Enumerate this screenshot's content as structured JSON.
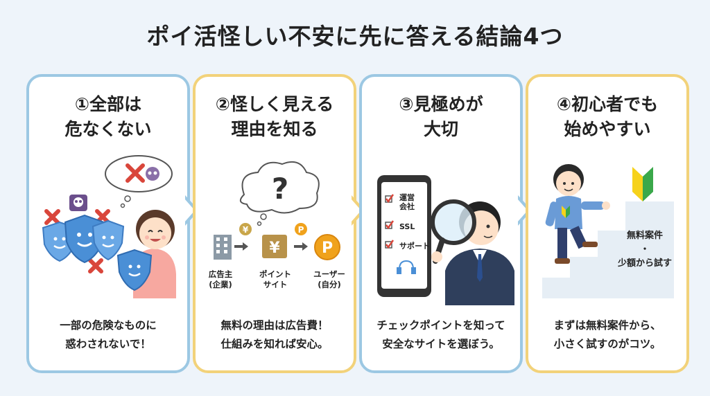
{
  "title": "ポイ活怪しい不安に先に答える結論4つ",
  "cards": [
    {
      "title_lines": [
        "①全部は",
        "危なくない"
      ],
      "caption_lines": [
        "一部の危険なものに",
        "惑わされないで！"
      ]
    },
    {
      "title_lines": [
        "②怪しく見える",
        "理由を知る"
      ],
      "caption_lines": [
        "無料の理由は広告費！",
        "仕組みを知れば安心。"
      ],
      "flow": {
        "labels": [
          [
            "広告主",
            "(企業)"
          ],
          [
            "ポイント",
            "サイト"
          ],
          [
            "ユーザー",
            "(自分)"
          ]
        ],
        "currency_symbol": "¥",
        "point_symbol": "P",
        "question_mark": "?"
      }
    },
    {
      "title_lines": [
        "③見極めが",
        "大切"
      ],
      "caption_lines": [
        "チェックポイントを知って",
        "安全なサイトを選ぼう。"
      ],
      "checklist": [
        [
          "運営",
          "会社"
        ],
        [
          "SSL"
        ],
        [
          "サポート"
        ]
      ]
    },
    {
      "title_lines": [
        "④初心者でも",
        "始めやすい"
      ],
      "caption_lines": [
        "まずは無料案件から、",
        "小さく試すのがコツ。"
      ],
      "steps_lines": [
        "無料案件",
        "・",
        "少額から試す"
      ]
    }
  ],
  "colors": {
    "blue_border": "#9cc8e3",
    "yellow_border": "#f2d27a",
    "background": "#eef4fa",
    "danger_red": "#d9463b",
    "shield_blue": "#4a8fd6",
    "point_orange": "#f0a21c"
  }
}
